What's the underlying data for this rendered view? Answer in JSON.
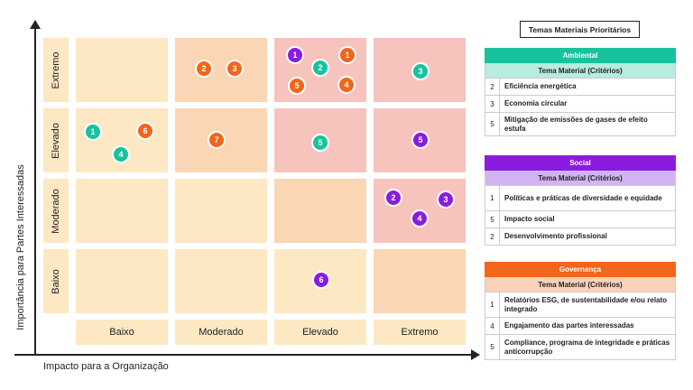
{
  "axes": {
    "y_title": "Importância para Partes Interessadas",
    "x_title": "Impacto para a Organização"
  },
  "rows": [
    "Extremo",
    "Elevado",
    "Moderado",
    "Baixo"
  ],
  "columns": [
    "Baixo",
    "Moderado",
    "Elevado",
    "Extremo"
  ],
  "colors": {
    "ambiental": "#18c29c",
    "social": "#8a1ce0",
    "governanca": "#f2651a",
    "cell_low": "#fde8c4",
    "cell_mid": "#fbd6b4",
    "cell_high": "#f7c3bd"
  },
  "legend": {
    "title": "Temas Materiais Prioritários",
    "sub_header": "Tema Material (Critérios)",
    "groups": [
      {
        "name": "Ambiental",
        "items": [
          {
            "num": "2",
            "text": "Eficiência energética"
          },
          {
            "num": "3",
            "text": "Economia circular"
          },
          {
            "num": "5",
            "text": "Mitigação de emissões de gases de efeito estufa"
          }
        ]
      },
      {
        "name": "Social",
        "items": [
          {
            "num": "1",
            "text": "Políticas e práticas de diversidade e equidade"
          },
          {
            "num": "5",
            "text": "Impacto social"
          },
          {
            "num": "2",
            "text": "Desenvolvimento profissional"
          }
        ]
      },
      {
        "name": "Governança",
        "items": [
          {
            "num": "1",
            "text": "Relatórios ESG, de sustentabilidade e/ou relato integrado"
          },
          {
            "num": "4",
            "text": "Engajamento das partes interessadas"
          },
          {
            "num": "5",
            "text": "Compliance, programa de integridade e práticas anticorrupção"
          }
        ]
      }
    ]
  },
  "dots": [
    {
      "label": "2",
      "group": "governanca"
    },
    {
      "label": "3",
      "group": "governanca"
    },
    {
      "label": "1",
      "group": "social"
    },
    {
      "label": "1",
      "group": "governanca"
    },
    {
      "label": "2",
      "group": "ambiental"
    },
    {
      "label": "5",
      "group": "governanca"
    },
    {
      "label": "4",
      "group": "governanca"
    },
    {
      "label": "3",
      "group": "ambiental"
    },
    {
      "label": "1",
      "group": "ambiental"
    },
    {
      "label": "6",
      "group": "governanca"
    },
    {
      "label": "4",
      "group": "ambiental"
    },
    {
      "label": "7",
      "group": "governanca"
    },
    {
      "label": "5",
      "group": "ambiental"
    },
    {
      "label": "5",
      "group": "social"
    },
    {
      "label": "2",
      "group": "social"
    },
    {
      "label": "3",
      "group": "social"
    },
    {
      "label": "4",
      "group": "social"
    },
    {
      "label": "6",
      "group": "social"
    }
  ]
}
